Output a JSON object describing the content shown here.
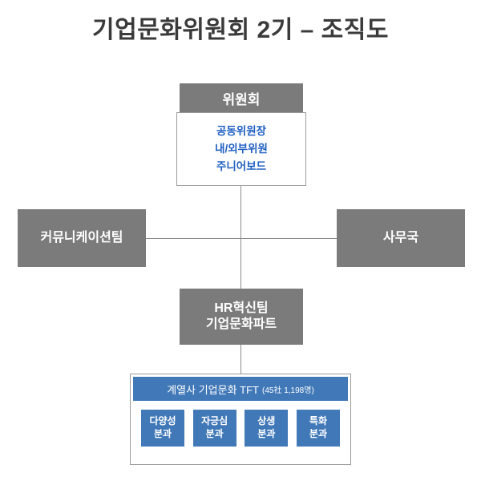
{
  "title": "기업문화위원회 2기 – 조직도",
  "colors": {
    "gray_node": "#7b7b7b",
    "blue_node": "#4178b8",
    "blue_text": "#1f5fc2",
    "title_text": "#3a3a3a",
    "connector": "#8b8b8b",
    "background": "#ffffff"
  },
  "committee": {
    "header": "위원회",
    "members": [
      "공동위원장",
      "내/외부위원",
      "주니어보드"
    ]
  },
  "nodes": {
    "communication_team": "커뮤니케이션팀",
    "secretariat": "사무국",
    "hr_team": {
      "line1": "HR혁신팀",
      "line2": "기업문화파트"
    }
  },
  "tft": {
    "header_main": "계열사 기업문화 TFT",
    "header_detail": "(45社 1,198명)",
    "subcommittees": [
      {
        "line1": "다양성",
        "line2": "분과"
      },
      {
        "line1": "자긍심",
        "line2": "분과"
      },
      {
        "line1": "상생",
        "line2": "분과"
      },
      {
        "line1": "특화",
        "line2": "분과"
      }
    ]
  }
}
